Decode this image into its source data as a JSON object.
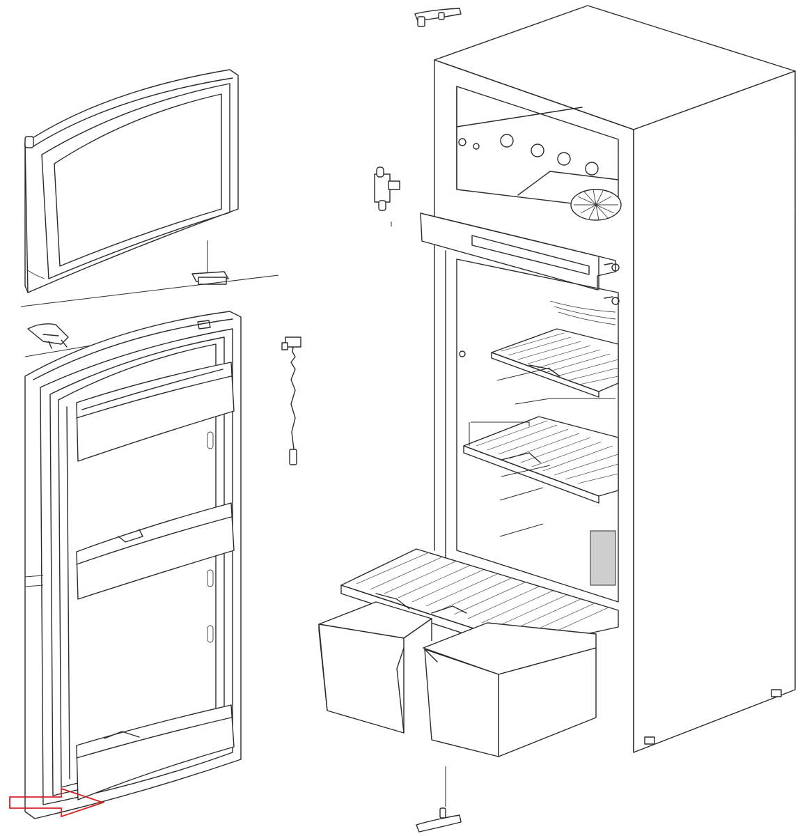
{
  "diagram": {
    "kind": "exploded-view",
    "subject": "fridge",
    "line_color": "#2b2b2b",
    "background": "#ffffff"
  },
  "marker": {
    "icon": "right-arrow-outline",
    "color": "#d62020",
    "target": "door-bottom-bin"
  }
}
